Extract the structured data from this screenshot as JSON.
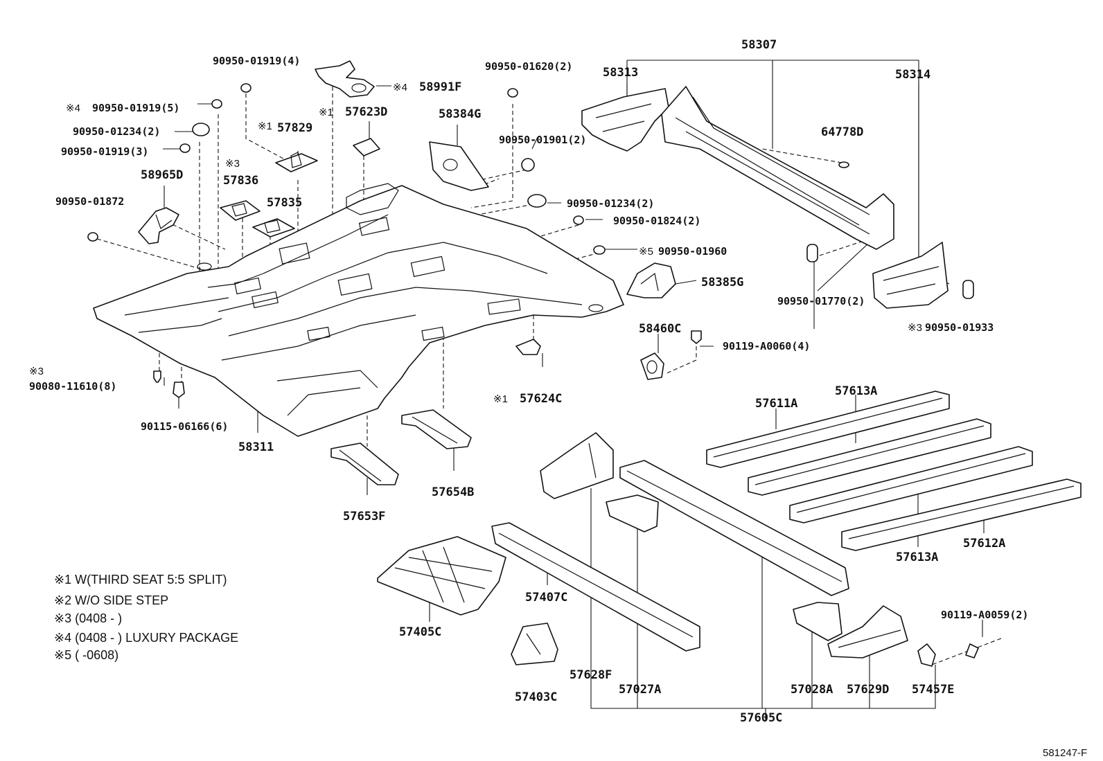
{
  "labels": {
    "p58307": "58307",
    "p58313": "58313",
    "p58314": "58314",
    "p90950_01919_4": "90950-01919(4)",
    "p58991f": "58991F",
    "p90950_01620_2": "90950-01620(2)",
    "p90950_01919_5": "90950-01919(5)",
    "p90950_01234_2a": "90950-01234(2)",
    "p90950_01919_3": "90950-01919(3)",
    "p57829": "57829",
    "p57623d": "57623D",
    "p58384g": "58384G",
    "p90950_01901_2": "90950-01901(2)",
    "p64778d": "64778D",
    "p58965d": "58965D",
    "p57836": "57836",
    "p57835": "57835",
    "p90950_01872": "90950-01872",
    "p90950_01234_2b": "90950-01234(2)",
    "p90950_01824_2": "90950-01824(2)",
    "p90950_01960": "90950-01960",
    "p58385g": "58385G",
    "p90950_01770_2": "90950-01770(2)",
    "p90950_01933": "90950-01933",
    "p58460c": "58460C",
    "p90119_a0060_4": "90119-A0060(4)",
    "p90080_11610_8": "90080-11610(8)",
    "p90115_06166_6": "90115-06166(6)",
    "p58311": "58311",
    "p57624c": "57624C",
    "p57611a": "57611A",
    "p57613a_top": "57613A",
    "p57653f": "57653F",
    "p57654b": "57654B",
    "p57613a_bot": "57613A",
    "p57612a": "57612A",
    "p57407c": "57407C",
    "p57405c": "57405C",
    "p90119_a0059_2": "90119-A0059(2)",
    "p57628f": "57628F",
    "p57027a": "57027A",
    "p57028a": "57028A",
    "p57629d": "57629D",
    "p57457e": "57457E",
    "p57403c": "57403C",
    "p57605c": "57605C"
  },
  "marks": {
    "m4a": "※4",
    "m4b": "※4",
    "m1a": "※1",
    "m1b": "※1",
    "m1c": "※1",
    "m3a": "※3",
    "m3b": "※3",
    "m3c": "※3",
    "m5": "※5"
  },
  "notes": [
    "※1 W(THIRD SEAT 5:5 SPLIT)",
    "※2 W/O SIDE STEP",
    "※3 (0408 -          )",
    "※4 (0408 -          ) LUXURY  PACKAGE",
    "※5 (         -0608)"
  ],
  "reference": "581247-F"
}
